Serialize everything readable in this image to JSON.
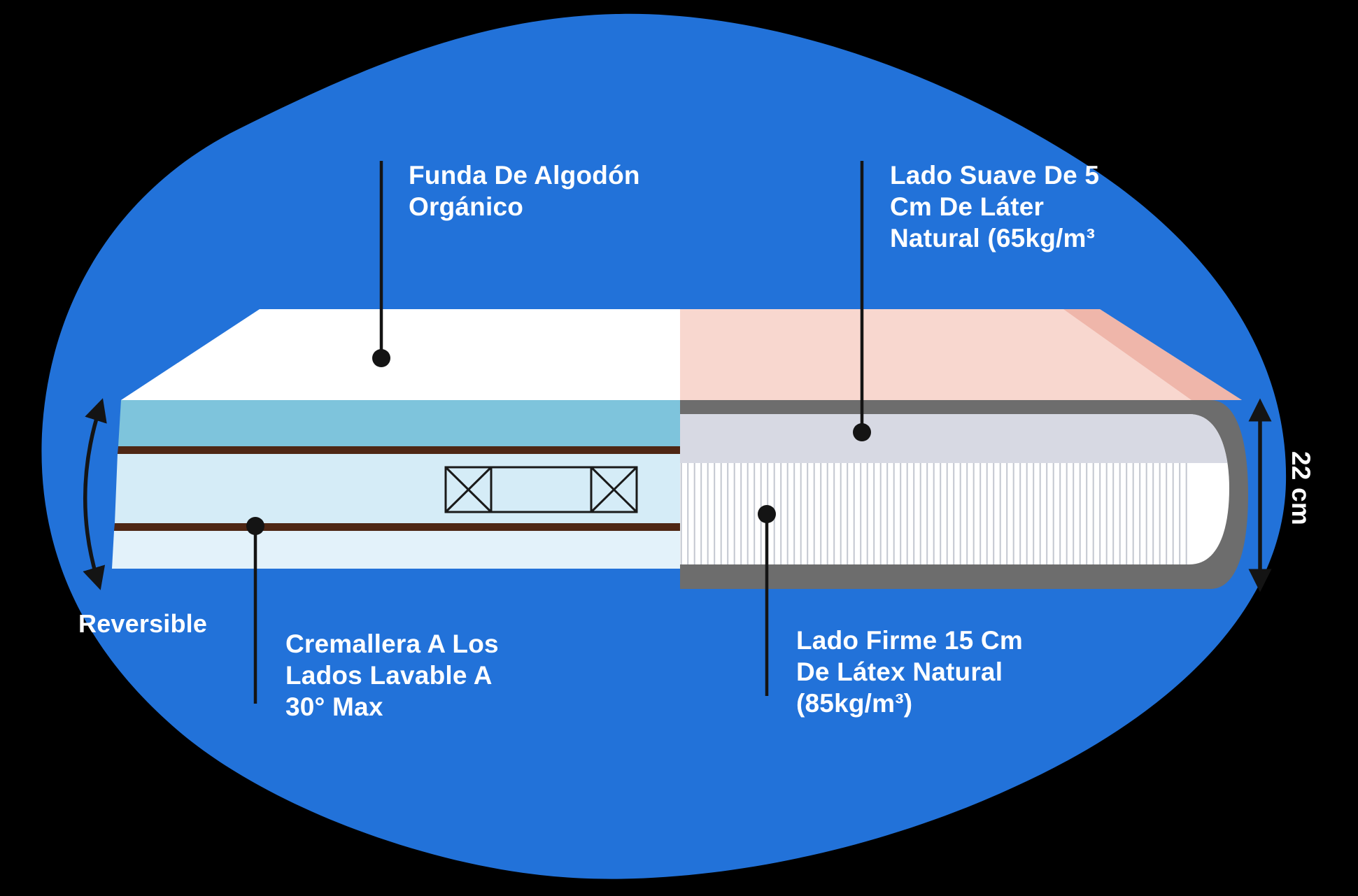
{
  "title": "Mattress layers infographic",
  "colors": {
    "background": "#000000",
    "blob": "#2272d9",
    "text": "#ffffff",
    "annotation": "#141414",
    "cover_top": "#ffffff",
    "cover_band_teal": "#7ec4dc",
    "cover_band_blue": "#d5ecf7",
    "cover_band_blue_lower": "#e3f2fa",
    "cover_trim_brown": "#4e2715",
    "soft_latex_top": "#f8d7cf",
    "soft_latex_top_edge": "#efb6aa",
    "soft_latex_layer": "#d7d9e3",
    "firm_latex_stripe": "#c3c7d0",
    "core_frame_gray": "#6d6d6d"
  },
  "labels": {
    "funda": {
      "lines": [
        "Funda De Algodón",
        "Orgánico"
      ]
    },
    "lado_suave": {
      "lines": [
        "Lado Suave De 5",
        "Cm De Láter",
        "Natural (65kg/m³"
      ]
    },
    "cremallera": {
      "lines": [
        "Cremallera A Los",
        "Lados Lavable A",
        "30° Max"
      ]
    },
    "lado_firme": {
      "lines": [
        "Lado Firme 15 Cm",
        "De Látex Natural",
        "(85kg/m³)"
      ]
    },
    "reversible": "Reversible",
    "height": "22 cm"
  },
  "icons": {
    "zipper": "zipper-label-box",
    "reversible_arrow": "curved-double-arrow",
    "height_arrow": "vertical-double-arrow",
    "marker_dot": "black-dot"
  }
}
